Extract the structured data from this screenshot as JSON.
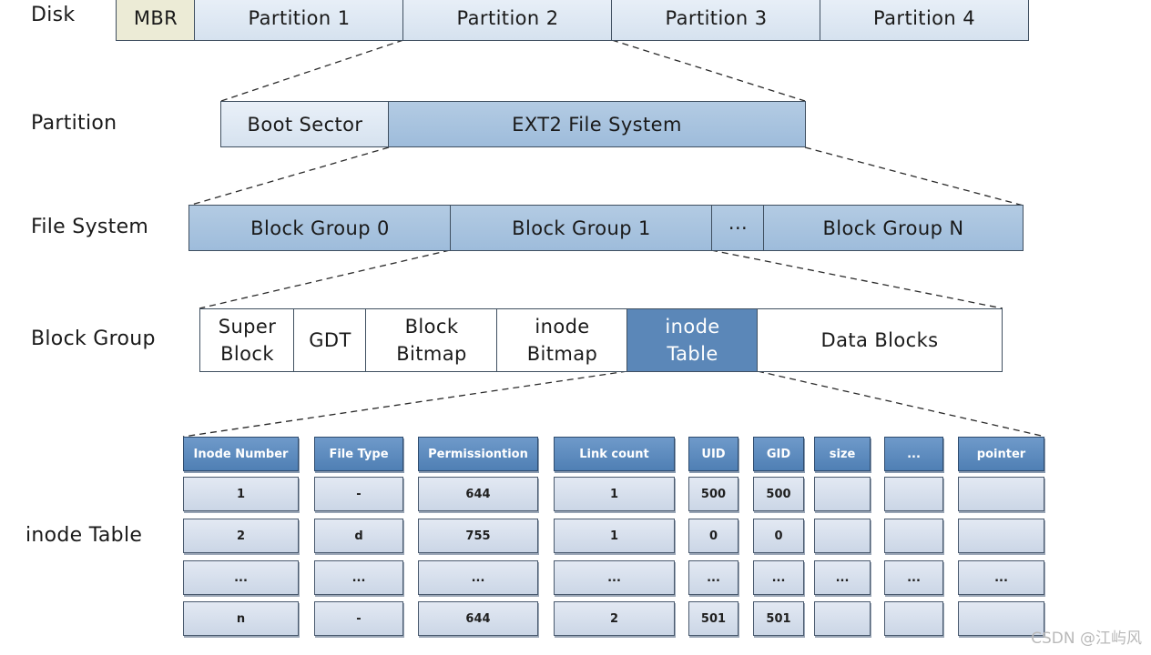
{
  "rows": {
    "disk": "Disk",
    "partition": "Partition",
    "file_system": "File System",
    "block_group": "Block Group",
    "inode_table": "inode Table"
  },
  "disk": {
    "mbr": "MBR",
    "partitions": [
      "Partition 1",
      "Partition 2",
      "Partition 3",
      "Partition 4"
    ]
  },
  "partition": {
    "boot_sector": "Boot Sector",
    "file_system": "EXT2 File System"
  },
  "file_system": {
    "groups": [
      "Block Group 0",
      "Block Group 1",
      "···",
      "Block Group N"
    ]
  },
  "block_group": {
    "super_block": [
      "Super",
      "Block"
    ],
    "gdt": "GDT",
    "block_bitmap": [
      "Block",
      "Bitmap"
    ],
    "inode_bitmap": [
      "inode",
      "Bitmap"
    ],
    "inode_table": [
      "inode",
      "Table"
    ],
    "data_blocks": "Data Blocks"
  },
  "inode_table": {
    "headers": [
      "Inode Number",
      "File Type",
      "Permissiontion",
      "Link count",
      "UID",
      "GID",
      "size",
      "...",
      "pointer"
    ],
    "rows": [
      [
        "1",
        "-",
        "644",
        "1",
        "500",
        "500",
        "",
        "",
        ""
      ],
      [
        "2",
        "d",
        "755",
        "1",
        "0",
        "0",
        "",
        "",
        ""
      ],
      [
        "...",
        "...",
        "...",
        "...",
        "...",
        "...",
        "...",
        "...",
        "..."
      ],
      [
        "n",
        "-",
        "644",
        "2",
        "501",
        "501",
        "",
        "",
        ""
      ]
    ]
  },
  "watermark": "CSDN @江屿风",
  "colors": {
    "light_fill": "#dce6f1",
    "mid_fill": "#a8c3df",
    "highlight_fill": "#5b87b8",
    "mbr_fill": "#ecebd6",
    "border": "#3f4f60"
  }
}
